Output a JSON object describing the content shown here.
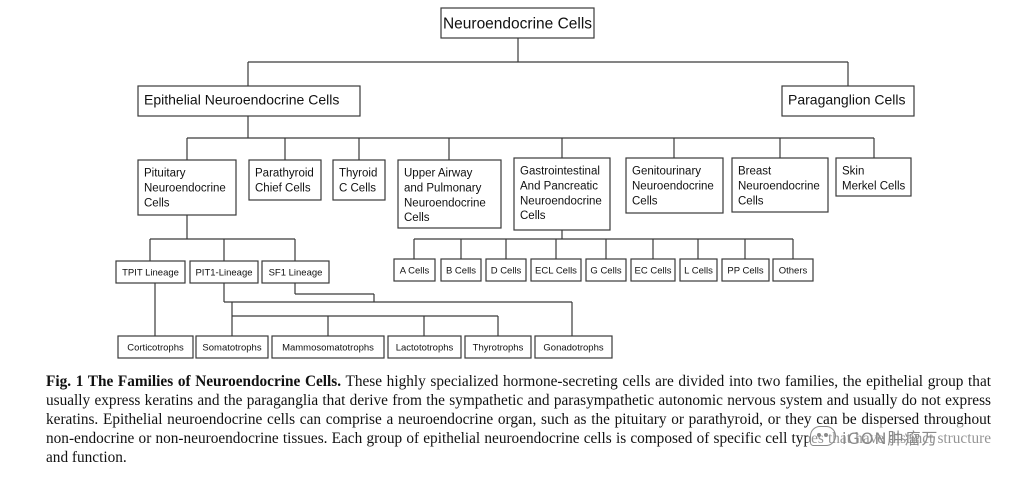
{
  "nodes": {
    "root": [
      "Neuroendocrine Cells"
    ],
    "epithelial": [
      "Epithelial Neuroendocrine Cells"
    ],
    "paraganglion": [
      "Paraganglion Cells"
    ],
    "pituitary": [
      "Pituitary",
      "Neuroendocrine",
      "Cells"
    ],
    "parathyroid": [
      "Parathyroid",
      "Chief Cells"
    ],
    "thyroid": [
      "Thyroid",
      "C Cells"
    ],
    "upper_airway": [
      "Upper Airway",
      "and Pulmonary",
      "Neuroendocrine",
      "Cells"
    ],
    "gastro": [
      "Gastrointestinal",
      "And Pancreatic",
      "Neuroendocrine",
      "Cells"
    ],
    "genito": [
      "Genitourinary",
      "Neuroendocrine",
      "Cells"
    ],
    "breast": [
      "Breast",
      "Neuroendocrine",
      "Cells"
    ],
    "skin": [
      "Skin",
      "Merkel Cells"
    ],
    "tpit": [
      "TPIT Lineage"
    ],
    "pit1": [
      "PIT1-Lineage"
    ],
    "sf1": [
      "SF1 Lineage"
    ],
    "a_cells": [
      "A Cells"
    ],
    "b_cells": [
      "B Cells"
    ],
    "d_cells": [
      "D Cells"
    ],
    "ecl_cells": [
      "ECL Cells"
    ],
    "g_cells": [
      "G Cells"
    ],
    "ec_cells": [
      "EC Cells"
    ],
    "l_cells": [
      "L Cells"
    ],
    "pp_cells": [
      "PP Cells"
    ],
    "others": [
      "Others"
    ],
    "corticotrophs": [
      "Corticotrophs"
    ],
    "somatotrophs": [
      "Somatotrophs"
    ],
    "mammosomatotrophs": [
      "Mammosomatotrophs"
    ],
    "lactotrophs": [
      "Lactototrophs"
    ],
    "thyrotrophs": [
      "Thyrotrophs"
    ],
    "gonadotrophs": [
      "Gonadotrophs"
    ]
  },
  "caption": {
    "label": "Fig. 1  The Families of Neuroendocrine Cells.",
    "text": " These highly specialized hormone-secreting cells are divided into two families, the epithelial group that usually express keratins and the paraganglia that derive from the sympathetic and parasympathetic autonomic nervous system and usually do not express keratins. Epithelial neuroendocrine cells can comprise a neuroendocrine organ, such as the pituitary or parathyroid, or they can be dispersed throughout non-endocrine or non-neuroendocrine tissues. Each group of epithelial neuroendocrine cells is composed of specific cell types that have distinct structure and function."
  },
  "watermark": {
    "icon": "wechat-icon",
    "text": "iGON肿瘤万"
  }
}
